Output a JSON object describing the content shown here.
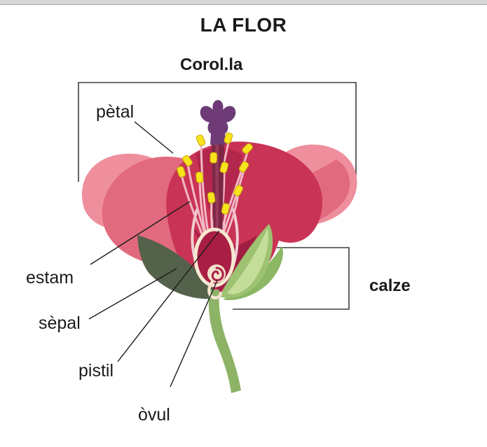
{
  "title": "LA FLOR",
  "labels": {
    "corolla": "Corol.la",
    "petal": "pètal",
    "stamen": "estam",
    "sepal": "sèpal",
    "pistil": "pistil",
    "ovule": "òvul",
    "calyx": "calze"
  },
  "colors": {
    "background": "#ffffff",
    "topbar": "#d8d8d8",
    "text": "#1a1a1a",
    "leader_line": "#1b1b1b",
    "bracket": "#3d3d3d",
    "petal_light": "#ef8f9d",
    "petal_mid": "#e26a7e",
    "petal_dark": "#c93355",
    "petal_deep": "#9c1c41",
    "stigma_purple": "#6e3b77",
    "pistil_maroon": "#7c2645",
    "pistil_highlight": "#aa4a6c",
    "anther_yellow": "#f7e41d",
    "anther_edge": "#c9a40c",
    "filament_pink": "#f3b9c6",
    "vein_cream": "#f0cdd3",
    "sepal_dark": "#54614b",
    "leaf_green": "#9dc271",
    "leaf_light": "#c4de9a",
    "leaf_deep": "#8cb765",
    "stem_green": "#8db366",
    "ovary_fill": "#a81e44",
    "ovary_ring": "#f6e9d2",
    "ovule_cream": "#f3e4cd"
  }
}
